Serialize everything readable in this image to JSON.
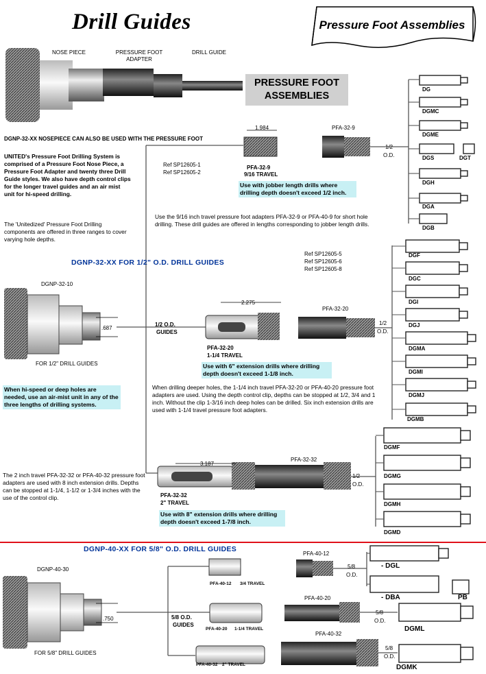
{
  "title": "Drill Guides",
  "banner": "Pressure Foot Assemblies",
  "top_labels": {
    "nose_piece": "NOSE PIECE",
    "pressure_foot_adapter": "PRESSURE FOOT ADAPTER",
    "drill_guide": "DRILL GUIDE"
  },
  "pfa_box": "PRESSURE FOOT ASSEMBLIES",
  "nosepiece_note": "DGNP-32-XX NOSEPIECE CAN ALSO BE USED WITH THE PRESSURE FOOT",
  "intro_text": "UNITED's Pressure Foot Drilling System is comprised of a Pressure Foot Nose Piece, a Pressure Foot Adapter and twenty three Drill Guide styles. We also have depth control clips for the longer travel guides and an air mist unit for hi-speed drilling.",
  "intro_text2": "The 'Unitedized' Pressure Foot Drilling components are offered in three ranges to cover varying hole depths.",
  "hispeed_note": "When hi-speed or deep holes are needed, use an air-mist unit in any of the three lengths of drilling systems.",
  "section1_header": "DGNP-32-XX  FOR 1/2\" O.D. DRILL GUIDES",
  "section2_header": "DGNP-40-XX  FOR 5/8\" O.D. DRILL GUIDES",
  "row1": {
    "dim": "1.984",
    "adapter_label": "PFA-32-9",
    "travel": "9/16 TRAVEL",
    "right_label": "PFA-32-9",
    "ref1": "Ref  SP12605-1",
    "ref2": "Ref  SP12605-2",
    "od": "1/2",
    "od2": "O.D.",
    "highlight": "Use with jobber length drills where drilling depth doesn't exceed 1/2 inch.",
    "note": "Use the 9/16 inch travel pressure foot adapters PFA-32-9 or PFA-40-9 for short hole drilling.  These drill guides are offered in lengths corresponding to jobber length drills.",
    "guides": [
      "DG",
      "DGMC",
      "DGME",
      "DGS",
      "DGT",
      "DGH",
      "DGA",
      "DGB"
    ]
  },
  "row2": {
    "dim": "2.275",
    "adapter_label": "PFA-32-20",
    "travel": "1-1/4 TRAVEL",
    "right_label": "PFA-32-20",
    "ref1": "Ref  SP12605-5",
    "ref2": "Ref  SP12605-6",
    "ref3": "Ref  SP12605-8",
    "od": "1/2",
    "od2": "O.D.",
    "nose_label": "DGNP-32-10",
    "nose_dim": ".687",
    "nose_caption": "FOR 1/2\" DRILL GUIDES",
    "guides_label": "1/2 O.D.",
    "guides_label2": "GUIDES",
    "highlight": "Use with 6\" extension drills where drilling depth doesn't exceed 1-1/8 inch.",
    "note": "When drilling deeper holes, the 1-1/4 inch travel PFA-32-20 or PFA-40-20 pressure foot adapters are used.  Using the depth control clip, depths can be stopped at 1/2, 3/4 and 1 inch.  Without the clip 1-3/16 inch deep holes can be drilled.  Six inch extension drills are used with 1-1/4 travel pressure foot adapters.",
    "guides": [
      "DGF",
      "DGC",
      "DGI",
      "DGJ",
      "DGMA",
      "DGMI",
      "DGMJ",
      "DGMB"
    ]
  },
  "row3": {
    "dim": "3.187",
    "adapter_label": "PFA-32-32",
    "travel": "2\" TRAVEL",
    "right_label": "PFA-32-32",
    "od": "1/2",
    "od2": "O.D.",
    "highlight": "Use with 8\" extension drills where drilling depth doesn't exceed 1-7/8 inch.",
    "note": "The 2 inch travel PFA-32-32 or PFA-40-32 pressure foot adapters are used with 8 inch extension drills. Depths can be stopped at 1-1/4, 1-1/2 or 1-3/4 inches with the use of the control clip.",
    "guides": [
      "DGMF",
      "DGMG",
      "DGMH",
      "DGMD"
    ]
  },
  "section2": {
    "nose_label": "DGNP-40-30",
    "nose_dim": ".750",
    "nose_caption": "FOR 5/8\" DRILL GUIDES",
    "guides_label": "5/8 O.D.",
    "guides_label2": "GUIDES",
    "r1": {
      "left": "PFA-40-12",
      "travel": "3/4 TRAVEL",
      "right": "PFA-40-12",
      "od": "5/8",
      "od2": "O.D."
    },
    "r2": {
      "left": "PFA-40-20",
      "travel": "1-1/4 TRAVEL",
      "right": "PFA-40-20",
      "od": "5/8",
      "od2": "O.D."
    },
    "r3": {
      "left": "PFA-40-32",
      "travel": "2\" TRAVEL",
      "right": "PFA-40-32",
      "od": "5/8",
      "od2": "O.D."
    },
    "guides": [
      "- DGL",
      "- DBA",
      "PB",
      "DGML",
      "DGMK"
    ]
  },
  "colors": {
    "highlight": "#c8f0f4",
    "header": "#003399",
    "divider": "#e0101a",
    "box": "#d0d0d0"
  }
}
